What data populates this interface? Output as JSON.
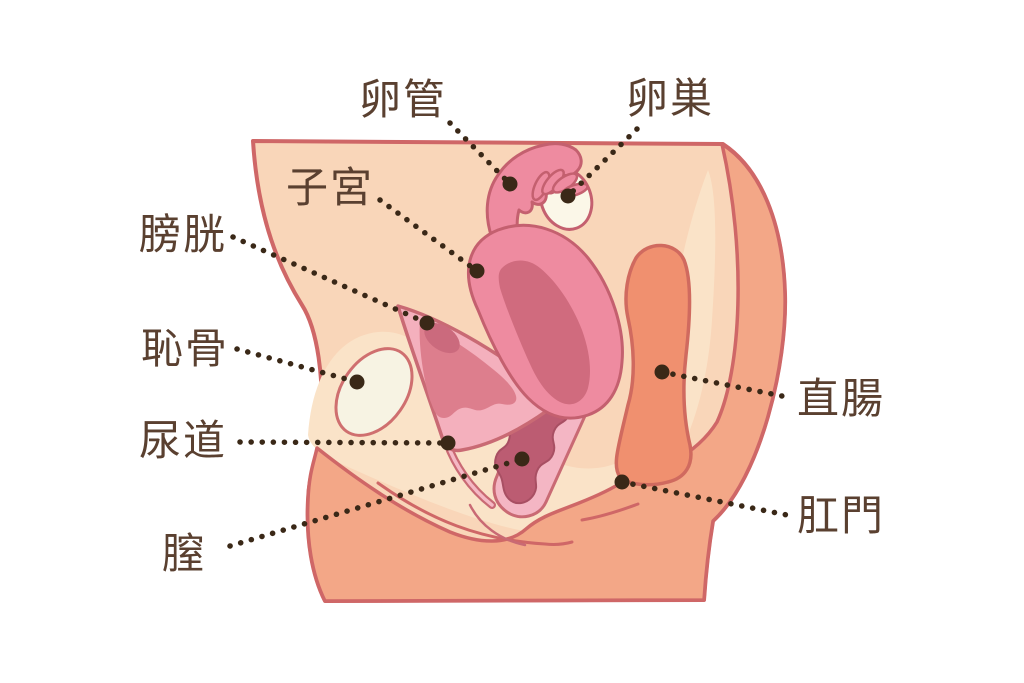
{
  "diagram": {
    "subject": "female-pelvic-anatomy-cross-section",
    "language": "ja"
  },
  "labels": [
    {
      "id": "fallopian-tube",
      "text": "卵管"
    },
    {
      "id": "ovary",
      "text": "卵巣"
    },
    {
      "id": "uterus",
      "text": "子宮"
    },
    {
      "id": "bladder",
      "text": "膀胱"
    },
    {
      "id": "pubic-bone",
      "text": "恥骨"
    },
    {
      "id": "urethra",
      "text": "尿道"
    },
    {
      "id": "vagina",
      "text": "膣"
    },
    {
      "id": "rectum",
      "text": "直腸"
    },
    {
      "id": "anus",
      "text": "肛門"
    }
  ],
  "colors": {
    "background": "#ffffff",
    "skin": "#f9d6b9",
    "skin_shadow": "#f3a787",
    "skin_light": "#fae3c8",
    "body_outline": "#cf6767",
    "organ_pink": "#ee8ba0",
    "organ_pink_dark": "#d06b7e",
    "bladder_outer": "#f4b0bd",
    "bladder_inner": "#dd7e8d",
    "vagina_outer": "#f4b6c4",
    "vagina_core": "#bc5c72",
    "rectum": "#f0906f",
    "bone_cream": "#f7f3e3",
    "label_text": "#5a4030",
    "leader_dots": "#3a2817"
  }
}
